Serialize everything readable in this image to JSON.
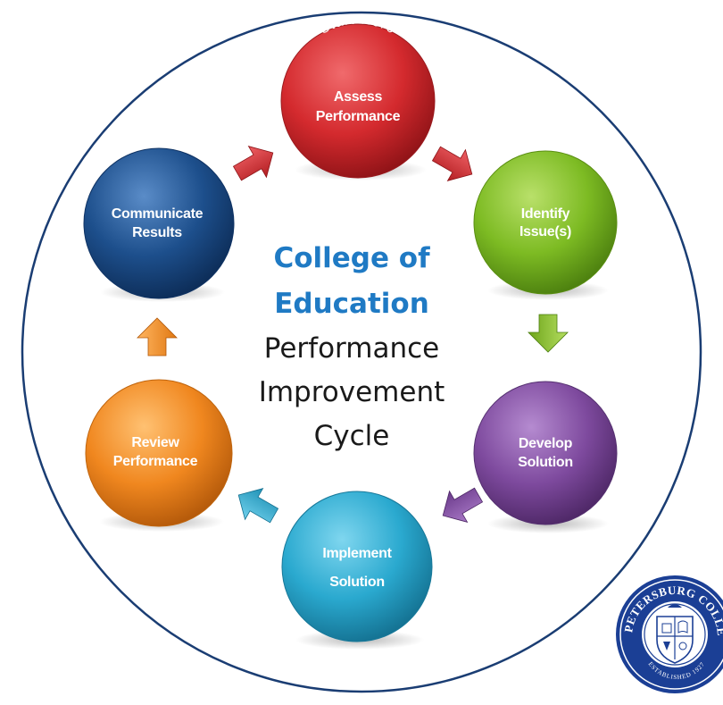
{
  "title": {
    "line1": "College of",
    "line2": "Education",
    "line3": "Performance",
    "line4": "Improvement",
    "line5": "Cycle"
  },
  "start_label": "Start Here",
  "nodes": [
    {
      "id": "assess",
      "line1": "Assess",
      "line2": "Performance",
      "color": "#d42a2e"
    },
    {
      "id": "identify",
      "line1": "Identify",
      "line2": "Issue(s)",
      "color": "#7dbb23"
    },
    {
      "id": "develop",
      "line1": "Develop",
      "line2": "Solution",
      "color": "#7e4a9e"
    },
    {
      "id": "implement",
      "line1": "Implement",
      "line2": "Solution",
      "color": "#2aa9cf"
    },
    {
      "id": "review",
      "line1": "Review",
      "line2": "Performance",
      "color": "#f0871f"
    },
    {
      "id": "communicate",
      "line1": "Communicate",
      "line2": "Results",
      "color": "#1d4f8c"
    }
  ],
  "seal": {
    "name": "ST. PETERSBURG COLLEGE",
    "established": "ESTABLISHED 1927"
  },
  "colors": {
    "title_blue": "#1f7ac4",
    "ring": "#1a3d73",
    "seal_blue": "#1b3f95"
  }
}
